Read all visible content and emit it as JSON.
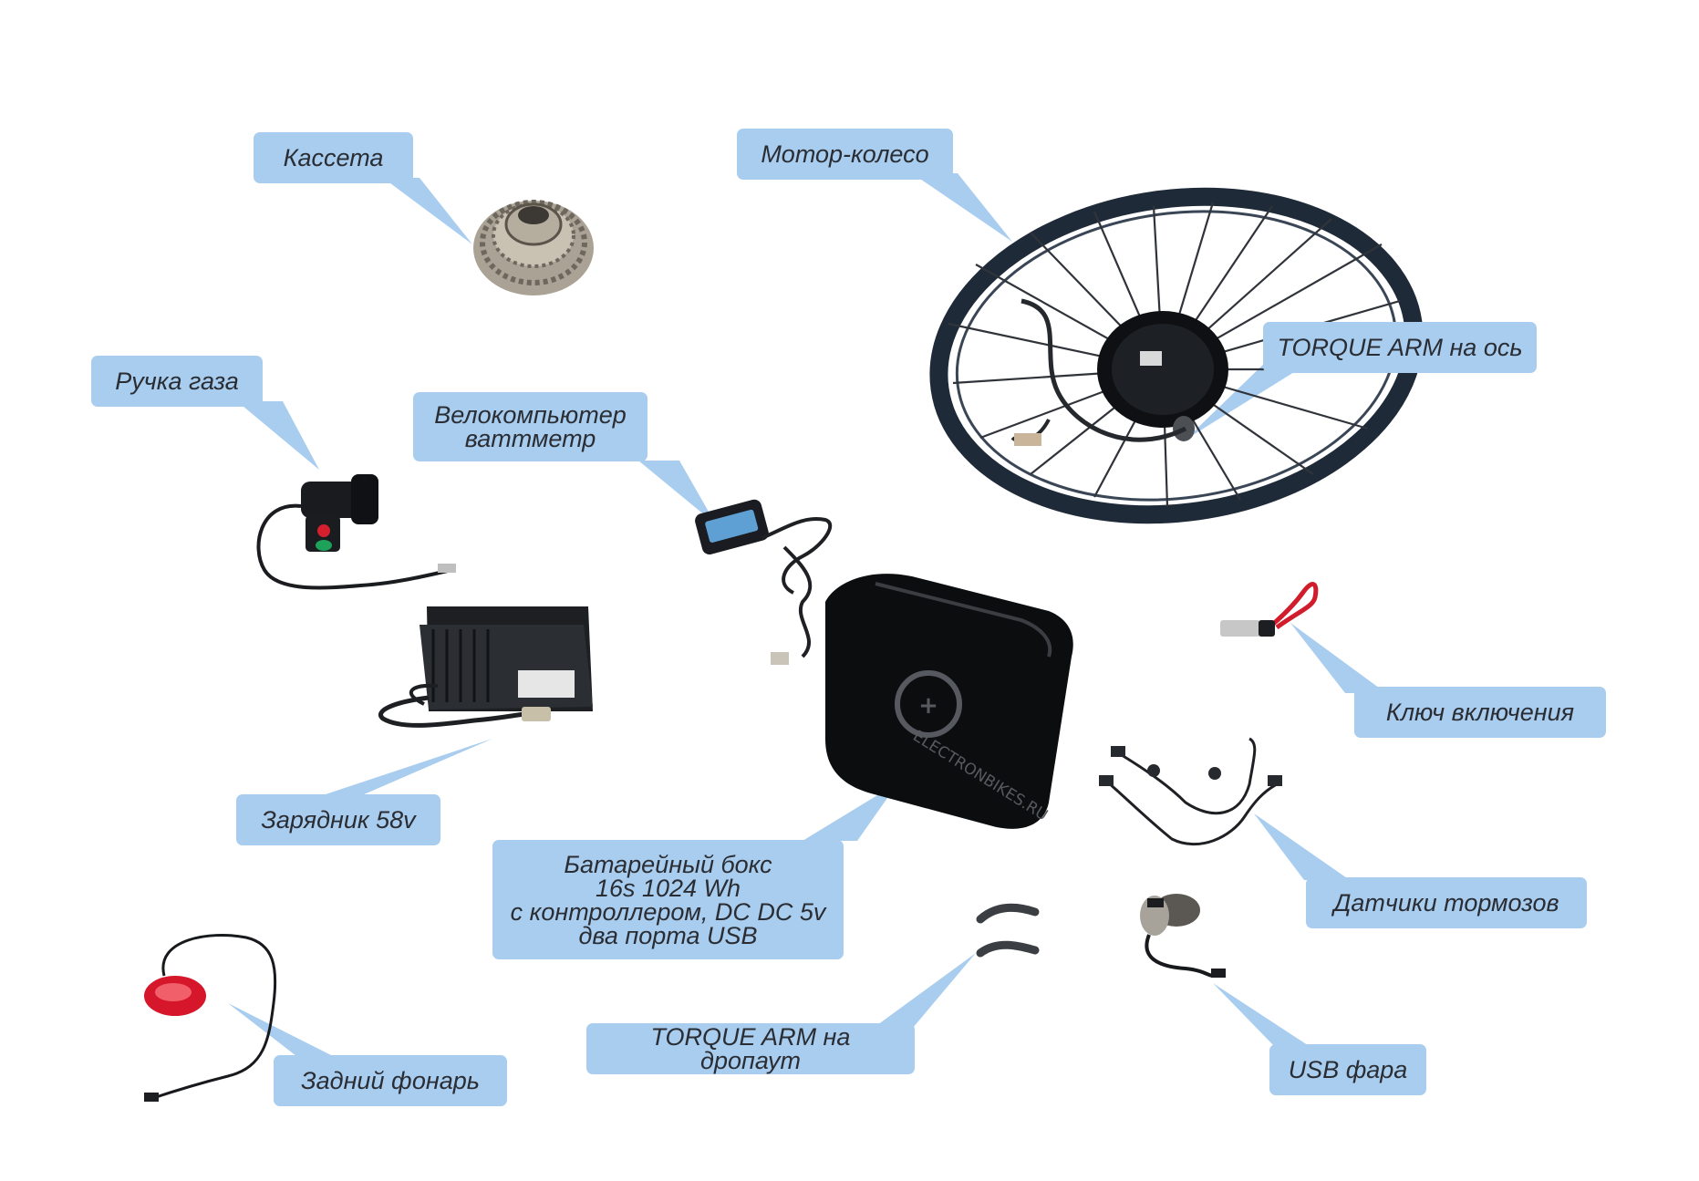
{
  "colors": {
    "callout_fill": "#a9cdef",
    "callout_text": "#2a2d33",
    "part_dark": "#16181c",
    "lamp_red": "#d8192a",
    "grip_green": "#1ea25a"
  },
  "labels": {
    "cassette": "Кассета",
    "motor_wheel": "Мотор-колесо",
    "torque_arm_axle": "TORQUE ARM на ось",
    "throttle": "Ручка газа",
    "computer_line1": "Велокомпьютер",
    "computer_line2": "ваттметр",
    "ignition_key": "Ключ  включения",
    "charger": "Зарядник 58v",
    "battery_line1": "Батарейный бокс",
    "battery_line2": "16s 1024 Wh",
    "battery_line3": "с контроллером, DC DC 5v",
    "battery_line4": "два порта USB",
    "brake_sensors": "Датчики тормозов",
    "tail_light": "Задний фонарь",
    "torque_arm_dropout": "TORQUE ARM на дропаут",
    "usb_headlight": "USB фара"
  },
  "icons": {
    "cassette": "cassette-icon",
    "motor_wheel": "motor-wheel-icon",
    "throttle": "throttle-grip-icon",
    "computer": "bike-computer-icon",
    "charger": "charger-icon",
    "battery": "battery-box-icon",
    "ignition_key": "ignition-key-icon",
    "brake_sensors": "brake-sensor-icon",
    "tail_light": "tail-light-icon",
    "torque_arm": "torque-arm-icon",
    "usb_headlight": "headlight-icon"
  },
  "branding": {
    "battery_logo_text": "ELECTRONBIKES.RU"
  }
}
